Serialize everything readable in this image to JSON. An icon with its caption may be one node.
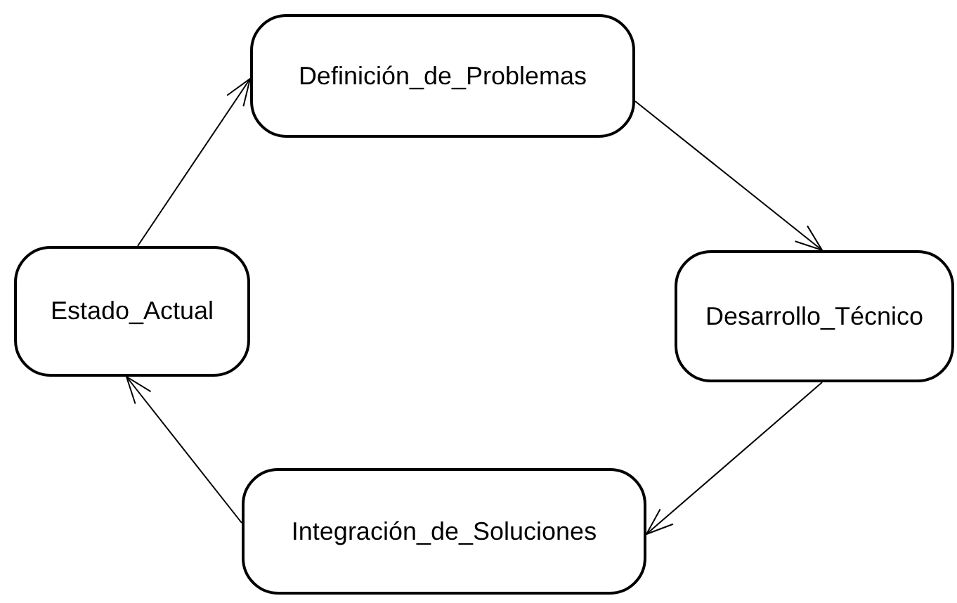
{
  "diagram": {
    "nodes": [
      {
        "text": [
          "Definición_de_Problemas"
        ]
      },
      {
        "text": [
          "Desarrollo_Técnico"
        ]
      },
      {
        "text": [
          "Integración_de_Soluciones"
        ]
      },
      {
        "text": [
          "Estado_Actual"
        ]
      }
    ],
    "edges": [
      {
        "from": 3,
        "to": 0,
        "arrow": "to"
      },
      {
        "from": 0,
        "to": 1,
        "arrow": "to"
      },
      {
        "from": 1,
        "to": 2,
        "arrow": "to"
      },
      {
        "from": 2,
        "to": 3,
        "arrow": "to"
      }
    ]
  }
}
